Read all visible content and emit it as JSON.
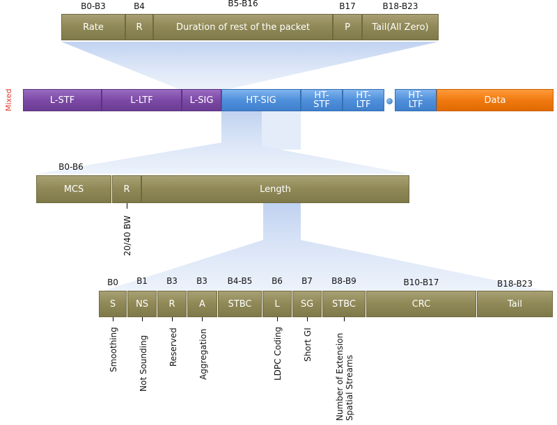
{
  "frame_label": "Mixed",
  "lsig_fields": {
    "headers": [
      "B0-B3",
      "B4",
      "B5-B16",
      "B17",
      "B18-B23"
    ],
    "boxes": [
      "Rate",
      "R",
      "Duration of rest of the packet",
      "P",
      "Tail(All Zero)"
    ]
  },
  "packet": {
    "segments": [
      "L-STF",
      "L-LTF",
      "L-SIG",
      "HT-SIG",
      "HT-\nSTF",
      "HT-\nLTF",
      "HT-\nLTF",
      "Data"
    ]
  },
  "htsig1": {
    "header": "B0-B6",
    "boxes": [
      "MCS",
      "R",
      "Length"
    ],
    "below_label": "20/40 BW"
  },
  "htsig2": {
    "headers": [
      "B0",
      "B1",
      "B3",
      "B3",
      "B4-B5",
      "B6",
      "B7",
      "B8-B9",
      "B10-B17",
      "B18-B23"
    ],
    "boxes": [
      "S",
      "NS",
      "R",
      "A",
      "STBC",
      "L",
      "SG",
      "STBC",
      "CRC",
      "Tail"
    ],
    "labels": [
      "Smoothing",
      "Not Sounding",
      "Reserved",
      "Aggregation",
      "LDPC Coding",
      "Short GI",
      "Number of Extension\nSpatial Streams"
    ]
  }
}
